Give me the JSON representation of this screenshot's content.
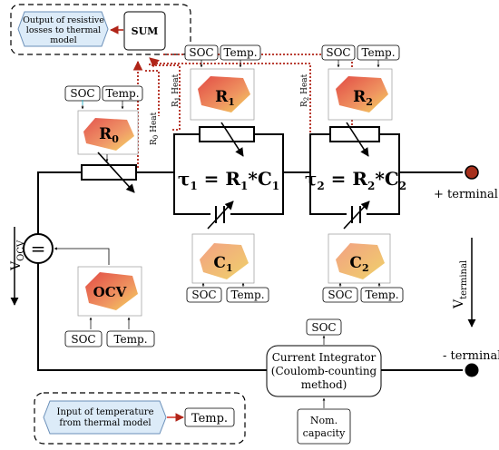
{
  "colors": {
    "wire": "#000000",
    "heat": "#b02418",
    "temp_arrow": "#d42a1e",
    "hex_fill": "#dcebf8",
    "hex_stroke": "#6a8fb8",
    "map_red": "#e4534b",
    "map_yellow": "#f3d25a"
  },
  "legend_top": {
    "text_line1": "Output of resistive",
    "text_line2": "losses to thermal",
    "text_line3": "model",
    "sum": "SUM"
  },
  "legend_bottom": {
    "text_line1": "Input of temperature",
    "text_line2": "from thermal model",
    "temp": "Temp."
  },
  "labels": {
    "soc": "SOC",
    "temp": "Temp.",
    "r0": "R",
    "r0_sub": "0",
    "r1": "R",
    "r1_sub": "1",
    "r2": "R",
    "r2_sub": "2",
    "c1": "C",
    "c1_sub": "1",
    "c2": "C",
    "c2_sub": "2",
    "ocv": "OCV",
    "heat_r0": "R",
    "heat_r0_sub": "0",
    "heat_r1": "R",
    "heat_r1_sub": "1",
    "heat_r2": "R",
    "heat_r2_sub": "2",
    "heat_word": "Heat",
    "tau1": "τ",
    "tau1_eq": " = R",
    "tau1_c": "*C",
    "tau2": "τ",
    "tau2_eq": " = R",
    "tau2_c": "*C",
    "plus_terminal": "+ terminal",
    "minus_terminal": "- terminal",
    "vocv": "V",
    "vocv_sub": "OCV",
    "vterminal": "V",
    "vterminal_sub": "terminal",
    "eq_sign": "=",
    "ci_line1": "Current Integrator",
    "ci_line2": "(Coulomb-counting",
    "ci_line3": "method)",
    "nom_line1": "Nom.",
    "nom_line2": "capacity"
  }
}
